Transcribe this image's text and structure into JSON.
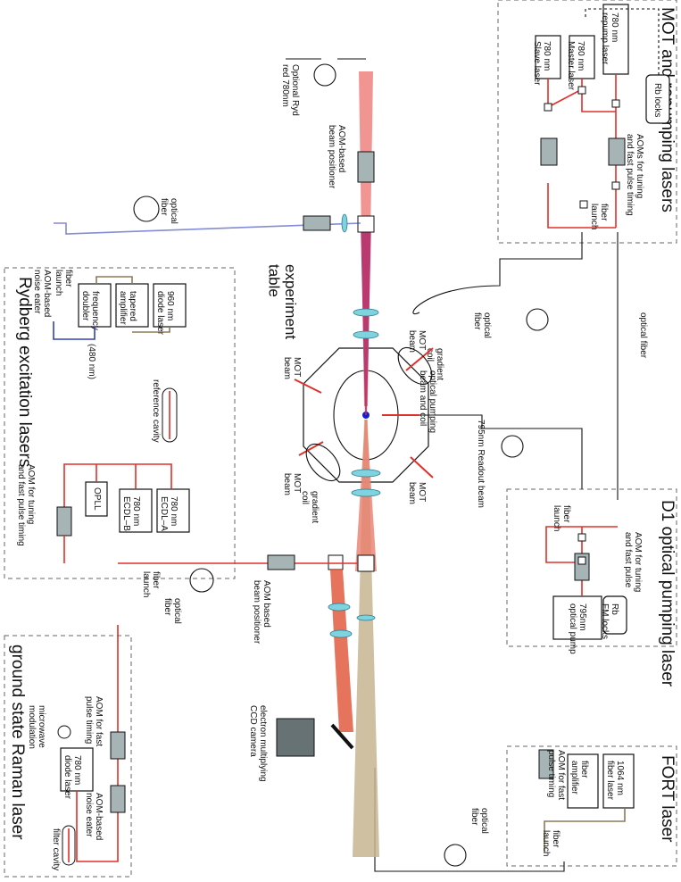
{
  "sections": {
    "mot_title": "MOT and repumping lasers",
    "d1_title": "D1 optical pumping laser",
    "fort_title": "FORT laser",
    "rydberg_title": "Rydberg excitation lasers",
    "raman_title": "ground state Raman laser",
    "table_title": "experiment\ntable"
  },
  "lasers": {
    "repump": "780 nm\nrepump laser",
    "master": "780 nm\nMaster laser",
    "slave": "780 nm\nSlave laser",
    "rb_locks": "Rb locks",
    "optical_pump": "795nm\noptical pump",
    "fm_locks": "Rb\nFM locks",
    "fiber_laser": "1064 nm\nfiber laser",
    "fiber_amp": "fiber\namplifier",
    "diode960": "960 nm\ndiode laser",
    "tapered": "tapered\namplifier",
    "doubler": "frequency\ndoubler",
    "ecdl_a": "780 nm\nECDL–A",
    "ecdl_b": "780 nm\nECDL–B",
    "opll": "OPLL",
    "raman_diode": "780 nm\ndiode laser"
  },
  "labels": {
    "aoms_mot": "AOMs for tuning\nand fast pulse timing",
    "fiber_launch": "fiber\nlaunch",
    "optical_fiber": "optical fiber",
    "optical_fiber2": "optical\nfiber",
    "aom_d1": "AOM for tuning\nand fast pulse",
    "aom_fort": "AOM for fast\npulse timing",
    "aom_ryd": "AOM for tuning\nand fast pulse timing",
    "aom_noise": "AOM-based\nnoise eater",
    "fiber_launch_ryd": "fiber\nlaunch",
    "ref_cavity": "reference cavity",
    "nm480": "(480 nm)",
    "aom_raman": "AOM for fast\npulse timing",
    "aom_raman_noise": "AOM-based\nnoise eater",
    "filter_cavity": "filter cavity",
    "microwave": "microwave\nmodulation",
    "mot_beam": "MOT\nbeam",
    "gradient_coil": "gradient\ncoil",
    "op_beam": "optical pumping\nbeam and coil",
    "readout": "795nm Readout beam",
    "aom_pos_top": "AOM-based\nbeam positioner",
    "optional_ryd": "Optional Ryd\nred 780nm",
    "aom_pos_bottom": "AOM based\nbeam positioner",
    "emccd": "electron multiplying\nCCD camera"
  }
}
